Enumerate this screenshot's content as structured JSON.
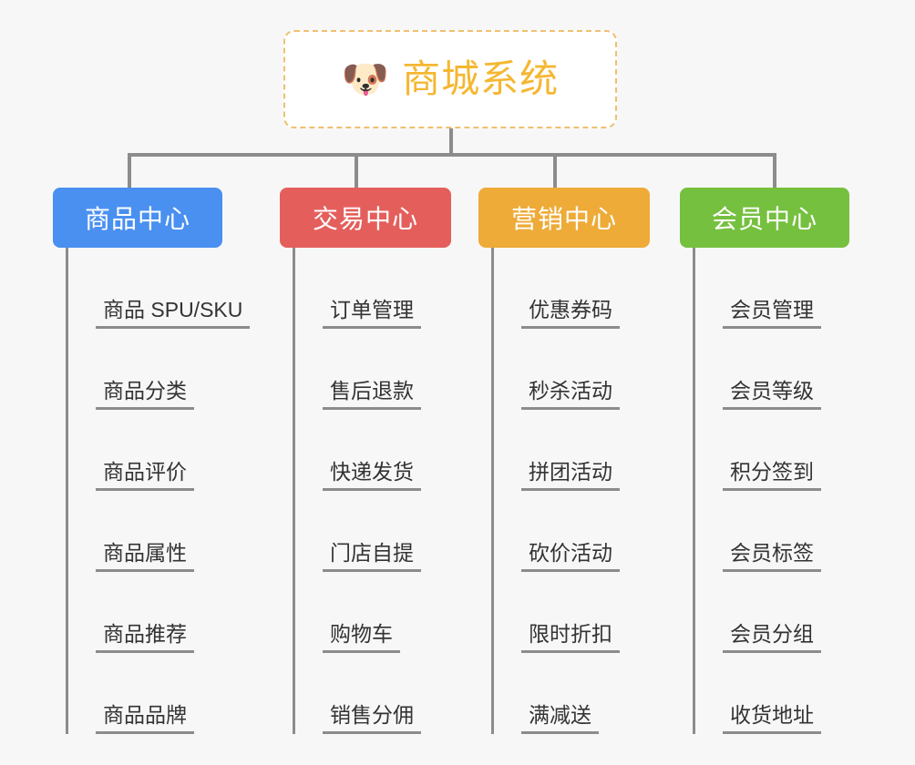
{
  "root": {
    "icon": "shiba-dog-face-emoji",
    "emoji": "🐶",
    "title": "商城系统"
  },
  "theme": {
    "background": "#f7f7f7",
    "root_border": "#f0c070",
    "root_title_color": "#f5b731",
    "connector": "#8c8c8c",
    "leaf_text": "#333333"
  },
  "branches": [
    {
      "label": "商品中心",
      "color": "#4a90f0",
      "items": [
        "商品 SPU/SKU",
        "商品分类",
        "商品评价",
        "商品属性",
        "商品推荐",
        "商品品牌"
      ]
    },
    {
      "label": "交易中心",
      "color": "#e45f5c",
      "items": [
        "订单管理",
        "售后退款",
        "快递发货",
        "门店自提",
        "购物车",
        "销售分佣"
      ]
    },
    {
      "label": "营销中心",
      "color": "#eeab38",
      "items": [
        "优惠券码",
        "秒杀活动",
        "拼团活动",
        "砍价活动",
        "限时折扣",
        "满减送"
      ]
    },
    {
      "label": "会员中心",
      "color": "#76c040",
      "items": [
        "会员管理",
        "会员等级",
        "积分签到",
        "会员标签",
        "会员分组",
        "收货地址"
      ]
    }
  ]
}
